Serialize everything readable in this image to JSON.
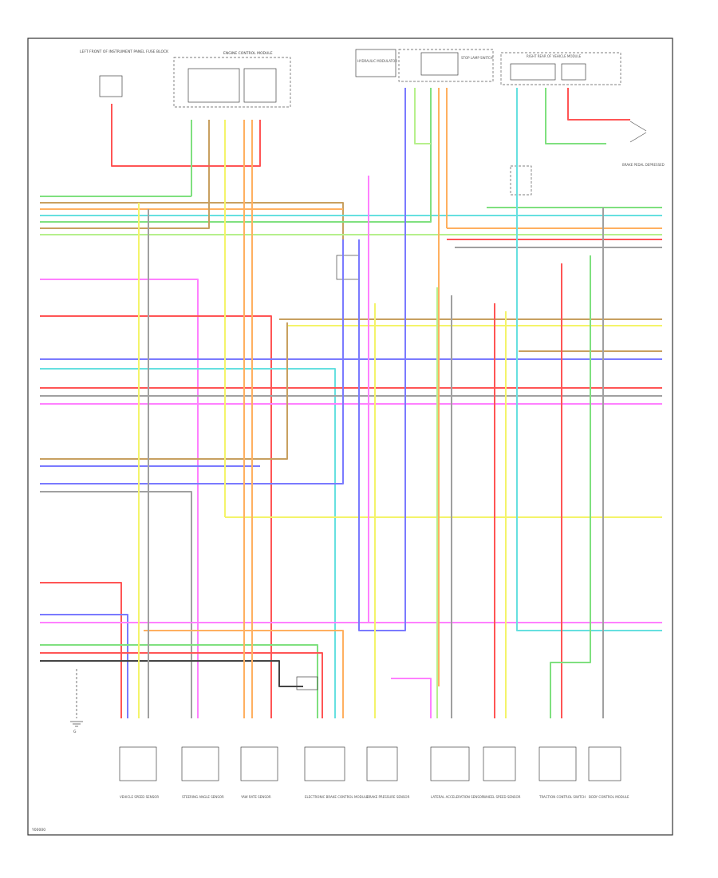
{
  "page": {
    "footer_code": "Y00000"
  },
  "wire_colors": {
    "green": "#7fe07f",
    "brown": "#c8a060",
    "red": "#ff5555",
    "yellow": "#f4f46a",
    "orange": "#ffb060",
    "blue": "#7a7aff",
    "lt_blue": "#66e0e0",
    "pink": "#ff80ff",
    "gray": "#a0a0a0",
    "black": "#444444",
    "lt_green": "#b6f08c"
  },
  "top_components": {
    "left_fuse": "LEFT FRONT OF INSTRUMENT PANEL FUSE BLOCK",
    "ecm": "ENGINE CONTROL MODULE",
    "hyd_mod": "HYDRAULIC MODULATOR",
    "stop_sw": "STOP LAMP SWITCH",
    "stop_note": "BRAKE PEDAL DEPRESSED",
    "right_mod": "RIGHT REAR OF VEHICLE MODULE"
  },
  "bottom_components": [
    {
      "label": "VEHICLE SPEED SENSOR"
    },
    {
      "label": "STEERING ANGLE SENSOR"
    },
    {
      "label": "YAW RATE SENSOR"
    },
    {
      "label": "ELECTRONIC BRAKE CONTROL MODULE"
    },
    {
      "label": "BRAKE PRESSURE SENSOR"
    },
    {
      "label": "LATERAL ACCELERATION SENSOR"
    },
    {
      "label": "WHEEL SPEED SENSOR"
    },
    {
      "label": "TRACTION CONTROL SWITCH"
    },
    {
      "label": "BODY CONTROL MODULE"
    }
  ],
  "ground": {
    "label": "G"
  }
}
